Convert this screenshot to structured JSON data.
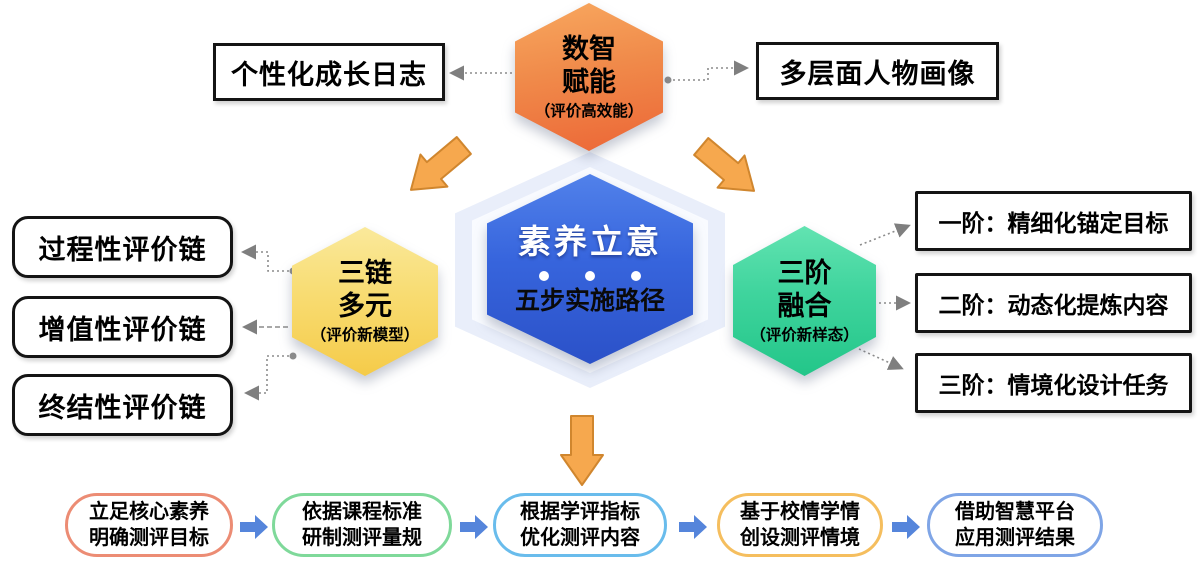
{
  "diagram": {
    "top": {
      "hexagon": {
        "line1": "数智",
        "line2": "赋能",
        "sub": "（评价高效能）"
      },
      "left_box": "个性化成长日志",
      "right_box": "多层面人物画像"
    },
    "center": {
      "title": "素养立意",
      "subtitle": "五步实施路径"
    },
    "left": {
      "hexagon": {
        "line1": "三链",
        "line2": "多元",
        "sub": "（评价新模型）"
      },
      "boxes": [
        "过程性评价链",
        "增值性评价链",
        "终结性评价链"
      ]
    },
    "right": {
      "hexagon": {
        "line1": "三阶",
        "line2": "融合",
        "sub": "（评价新样态）"
      },
      "boxes": [
        "一阶：精细化锚定目标",
        "二阶：动态化提炼内容",
        "三阶：情境化设计任务"
      ]
    },
    "bottom": {
      "steps": [
        {
          "line1": "立足核心素养",
          "line2": "明确测评目标",
          "border": "#EC8C74"
        },
        {
          "line1": "依据课程标准",
          "line2": "研制测评量规",
          "border": "#7FD99A"
        },
        {
          "line1": "根据学评指标",
          "line2": "优化测评内容",
          "border": "#69BCEC"
        },
        {
          "line1": "基于校情学情",
          "line2": "创设测评情境",
          "border": "#F5BE5E"
        },
        {
          "line1": "借助智慧平台",
          "line2": "应用测评结果",
          "border": "#7FA5E6"
        }
      ]
    },
    "colors": {
      "top_hexagon": "#EC6636",
      "center_hexagon": "#2B51C8",
      "left_hexagon": "#F5CB49",
      "right_hexagon": "#23C689",
      "halo": "#E9EEFA",
      "block_arrow": "#F6A84E",
      "block_arrow_border": "#D0862E",
      "flow_arrow": "#5585DB",
      "connector": "#8C8C8C",
      "box_border": "#141414"
    }
  }
}
